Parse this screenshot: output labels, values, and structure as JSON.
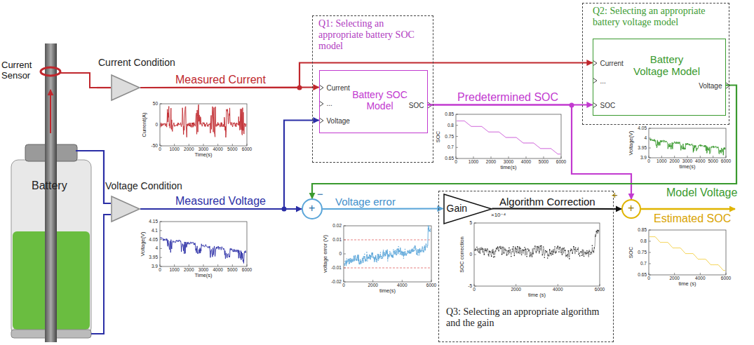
{
  "diagram": {
    "nodes": [
      {
        "text": [
          "Battery"
        ]
      },
      {
        "text": [
          "Current Condition"
        ]
      },
      {
        "text": [
          "Q1: Selecting an appropriate battery SOC model"
        ]
      },
      {
        "text": [
          "Battery SOC Model",
          "Current",
          "...",
          "Voltage",
          "SOC"
        ],
        "in": 2
      },
      {
        "text": [
          "Q2: Selecting an appropriate battery voltage model"
        ]
      },
      {
        "text": [
          "Battery Voltage Model",
          "Current",
          "...",
          "SOC",
          "Voltage"
        ],
        "in": 4
      },
      {
        "text": [
          "Voltage Condition"
        ]
      },
      {
        "text": [
          "−",
          "+"
        ]
      },
      {
        "text": [
          "Q3: Selecting an appropriate algorithm and the gain"
        ]
      },
      {
        "text": [
          "Gain"
        ],
        "in": 8
      },
      {
        "text": [
          "+",
          "+"
        ]
      }
    ],
    "edges": [
      {
        "from": 0,
        "to": 1,
        "arrow": "none"
      },
      {
        "from": 0,
        "to": 6,
        "arrow": "none"
      },
      {
        "from": 1,
        "to": 3,
        "label": "Measured Current",
        "arrow": "to"
      },
      {
        "from": 1,
        "to": 5,
        "arrow": "to"
      },
      {
        "from": 6,
        "to": 3,
        "label": "Measured Voltage",
        "arrow": "to"
      },
      {
        "from": 6,
        "to": 7,
        "arrow": "to"
      },
      {
        "from": 3,
        "to": 5,
        "label": "Predetermined SOC",
        "arrow": "to"
      },
      {
        "from": 3,
        "to": 10,
        "arrow": "to"
      },
      {
        "from": 5,
        "to": 7,
        "label": "Model Voltage",
        "arrow": "to"
      },
      {
        "from": 7,
        "to": 9,
        "label": "Voltage error",
        "arrow": "to"
      },
      {
        "from": 9,
        "to": 10,
        "label": "Algorithm Correction",
        "arrow": "to"
      }
    ],
    "labels": [
      "Current Sensor",
      "Estimated SOC",
      "50",
      "0",
      "-50",
      "0",
      "1000",
      "2000",
      "3000",
      "4000",
      "5000",
      "6000",
      "Current(A)",
      "Time(s)",
      "4.15",
      "4.1",
      "4.05",
      "4",
      "3.95",
      "3.9",
      "0",
      "1000",
      "2000",
      "3000",
      "4000",
      "5000",
      "6000",
      "Voltage(V)",
      "Time(s)",
      "0.85",
      "0.8",
      "0.75",
      "0.7",
      "0.65",
      "0",
      "1000",
      "2000",
      "3000",
      "4000",
      "5000",
      "6000",
      "SOC",
      "time(s)",
      "4.05",
      "4",
      "3.95",
      "3.9",
      "0",
      "1000",
      "2000",
      "3000",
      "4000",
      "5000",
      "6000",
      "Voltage(V)",
      "time(s)",
      "0.02",
      "0.01",
      "0",
      "-0.01",
      "-0.02",
      "0",
      "2000",
      "4000",
      "6000",
      "voltage error (V)",
      "time(s)",
      "5",
      "0",
      "-5",
      "0",
      "2000",
      "4000",
      "6000",
      "SOC correction",
      "time (s)",
      "×10⁻⁴",
      "0.85",
      "0.8",
      "0.75",
      "0.7",
      "0.65",
      "0",
      "2000",
      "4000",
      "6000",
      "SOC",
      "time (s)"
    ]
  }
}
